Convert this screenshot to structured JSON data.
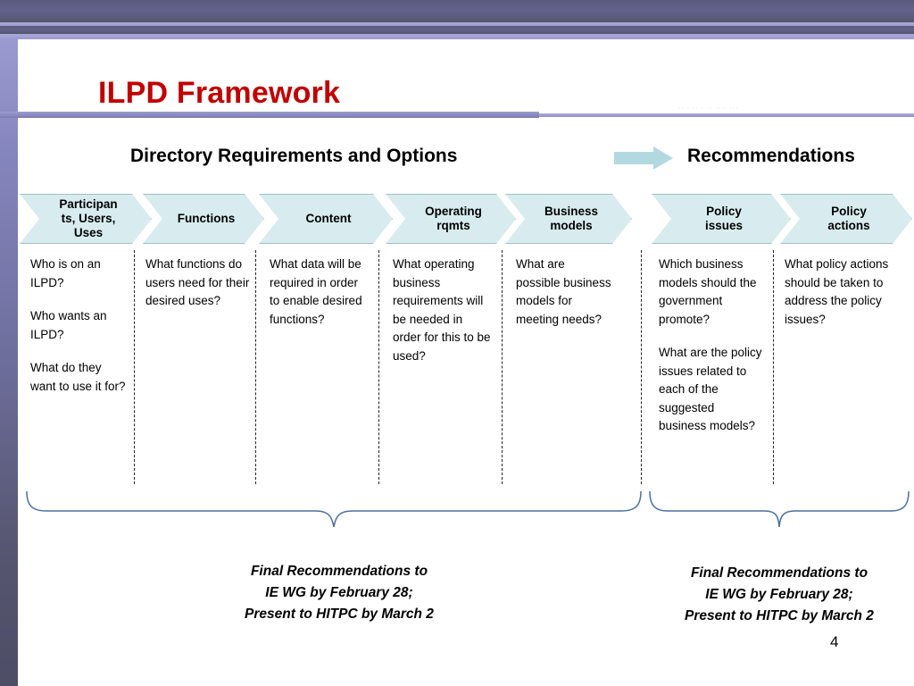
{
  "slide": {
    "title": "ILPD Framework",
    "page_number": "4",
    "title_color": "#C00000",
    "chevron_fill": "#d8ecef",
    "chevron_stroke": "#9dc4c9",
    "arrow_color": "#b3d9e0",
    "brace_color": "#4a6f9c",
    "header_band_dark": "#5a5a7c",
    "header_band_light": "#a9a9d8",
    "ghost_text": "··   · ·· · ·· ···· ···"
  },
  "sections": {
    "left_heading": "Directory Requirements and Options",
    "right_heading": "Recommendations",
    "transition_arrow_name": "right-arrow-icon"
  },
  "columns": [
    {
      "id": "participants",
      "chevron_label": "Participan\nts, Users,\nUses",
      "body": "Who is on an ILPD?\n\nWho wants an ILPD?\n\nWhat do they want to use it for?",
      "group": "left"
    },
    {
      "id": "functions",
      "chevron_label": "Functions",
      "body": "What functions do users need for their desired uses?",
      "group": "left"
    },
    {
      "id": "content",
      "chevron_label": "Content",
      "body": "What data will be required in order to enable desired functions?",
      "group": "left"
    },
    {
      "id": "operating-rqmts",
      "chevron_label": "Operating\nrqmts",
      "body": "What operating business requirements will be needed in order for this to be used?",
      "group": "left"
    },
    {
      "id": "business-models",
      "chevron_label": "Business\nmodels",
      "body": "What are possible business models for meeting needs?",
      "group": "left"
    },
    {
      "id": "policy-issues",
      "chevron_label": "Policy\nissues",
      "body": "Which business models should the government promote?\n\nWhat are the policy issues related to each of the suggested business models?",
      "group": "right"
    },
    {
      "id": "policy-actions",
      "chevron_label": "Policy\nactions",
      "body": "What policy actions should be taken to address the policy issues?",
      "group": "right"
    }
  ],
  "footer": {
    "left_note": "Final Recommendations to\nIE WG by February 28;\nPresent to HITPC by March 2",
    "right_note": "Final Recommendations to\nIE WG by February 28;\nPresent to HITPC by March 2"
  }
}
